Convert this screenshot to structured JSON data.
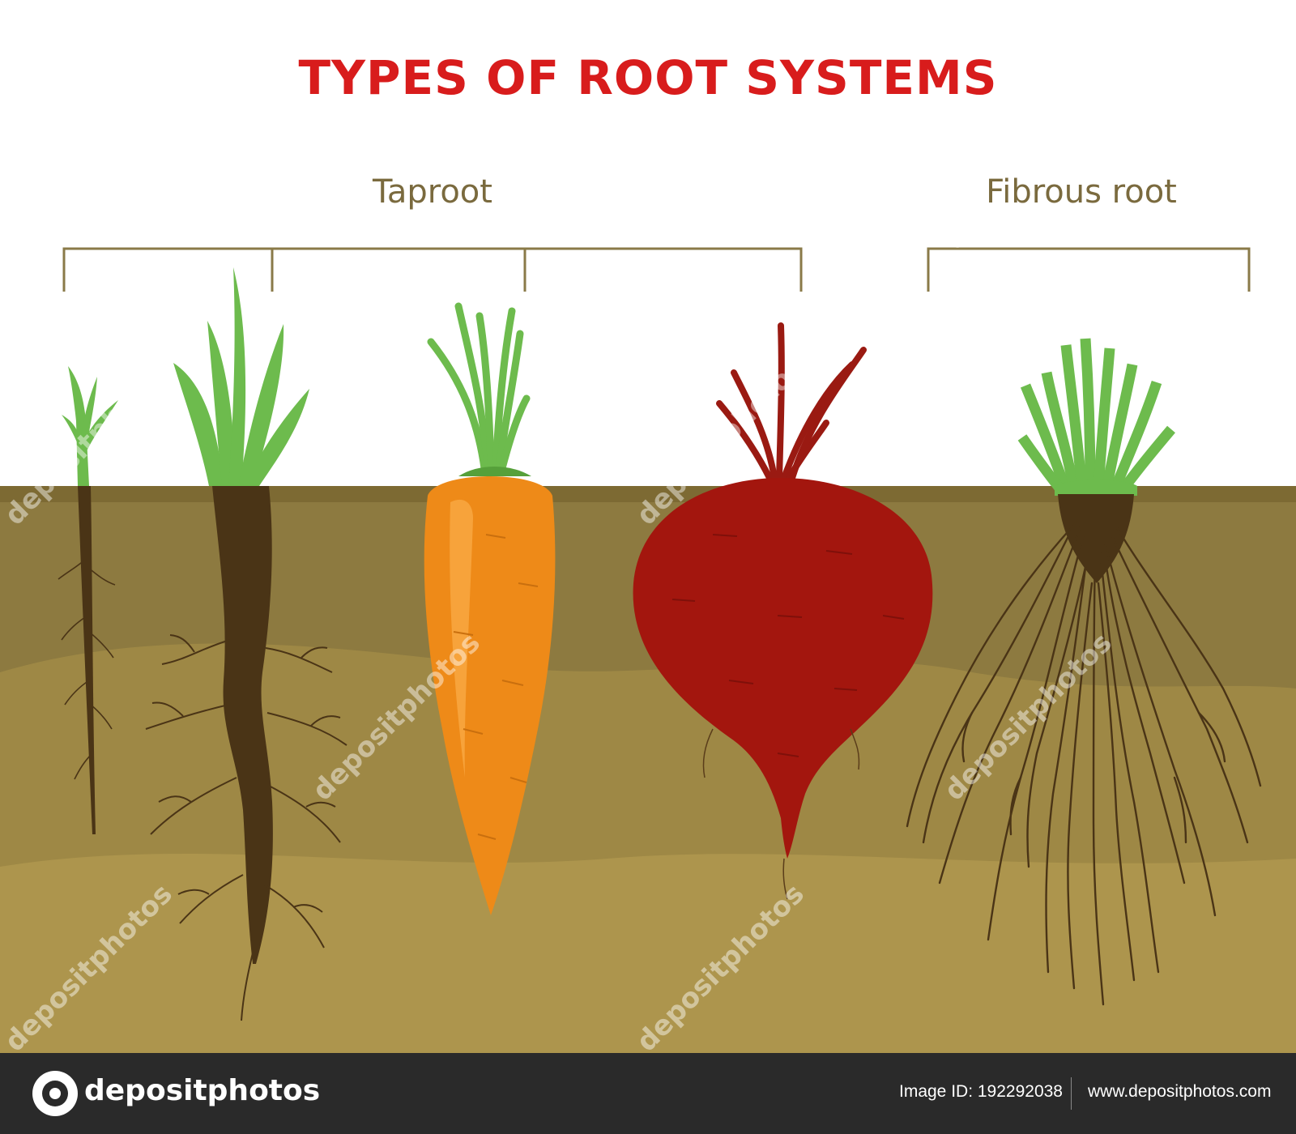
{
  "title": "TYPES OF ROOT SYSTEMS",
  "groups": [
    {
      "label": "Taproot",
      "plants": [
        "seedling",
        "dandelion",
        "carrot",
        "beet"
      ]
    },
    {
      "label": "Fibrous root",
      "plants": [
        "grass"
      ]
    }
  ],
  "watermark": "depositphotos",
  "footer": {
    "logo_text": "depositphotos",
    "image_id_label": "Image ID:",
    "image_id": "192292038",
    "image_id_text": "Image ID: 192292038",
    "url": "www.depositphotos.com"
  },
  "colors": {
    "title": "#d81c1c",
    "labels": "#7a6a3e",
    "soil_top": "#8d7a40",
    "soil_mid": "#9e8845",
    "soil_bottom": "#ad954d",
    "leaf": "#6dbb4d",
    "root": "#4a3416",
    "carrot": "#ee8a18",
    "beet": "#a3160e",
    "beet_stem": "#9a1a12"
  }
}
